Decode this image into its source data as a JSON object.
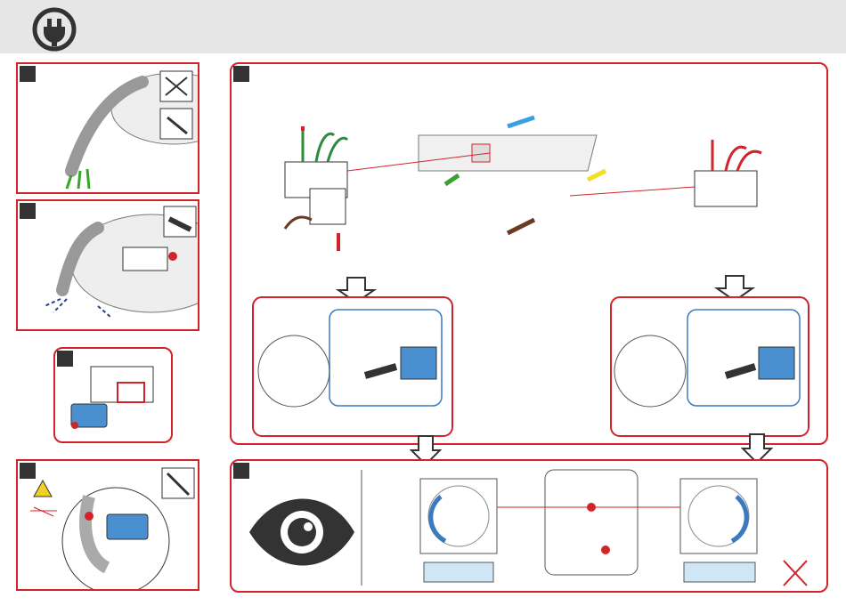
{
  "header": {
    "icon": "power-plug-icon",
    "background": "#e6e6e6"
  },
  "colors": {
    "accent": "#d2232a",
    "wire_green": "#2e8b3a",
    "wire_red": "#d2232a",
    "wire_blue": "#2a3f8f",
    "wire_brown": "#6b3a22",
    "connector_blue": "#4a90d0",
    "arrow_cyan": "#3aa0e0",
    "arrow_yellow": "#f0e020",
    "arrow_green": "#3aa030"
  },
  "steps": [
    {
      "id": 1,
      "tools": [
        "wire-stripper-icon",
        "wire-cutter-icon"
      ]
    },
    {
      "id": 2,
      "tools": [
        "crimp-sleeve-icon"
      ]
    },
    {
      "id": 3
    },
    {
      "id": 4,
      "tools": [
        "screwdriver-icon"
      ],
      "warning": "electric-hazard-icon"
    },
    {
      "id": 5
    },
    {
      "id": 6,
      "icons": [
        "eye-icon",
        "rotation-arrow-icon",
        "cross-icon"
      ]
    }
  ]
}
